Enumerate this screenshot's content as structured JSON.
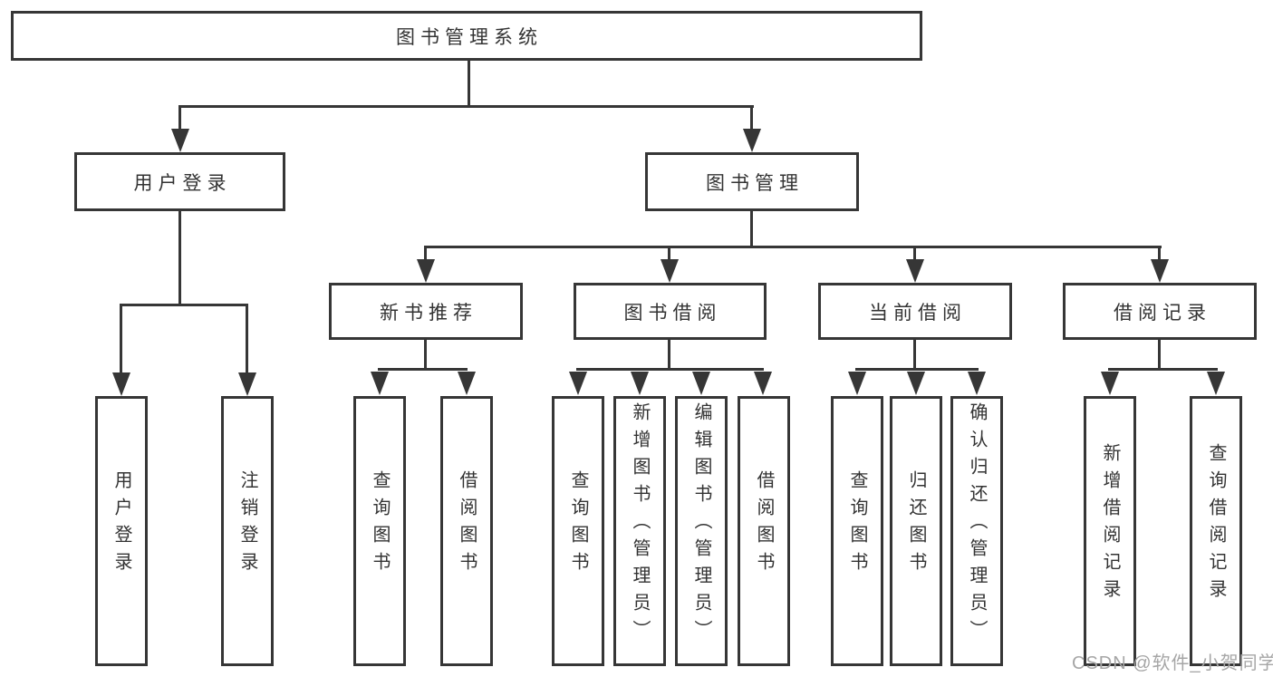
{
  "colors": {
    "line": "#363636",
    "text": "#333333",
    "background": "#ffffff",
    "watermark": "#a6a6a6"
  },
  "tree": {
    "label": "图书管理系统",
    "children": [
      {
        "label": "用户登录",
        "children": [
          {
            "label": "用户登录"
          },
          {
            "label": "注销登录"
          }
        ]
      },
      {
        "label": "图书管理",
        "children": [
          {
            "label": "新书推荐",
            "children": [
              {
                "label": "查询图书"
              },
              {
                "label": "借阅图书"
              }
            ]
          },
          {
            "label": "图书借阅",
            "children": [
              {
                "label": "查询图书"
              },
              {
                "label": "新增图书（管理员）"
              },
              {
                "label": "编辑图书（管理员）"
              },
              {
                "label": "借阅图书"
              }
            ]
          },
          {
            "label": "当前借阅",
            "children": [
              {
                "label": "查询图书"
              },
              {
                "label": "归还图书"
              },
              {
                "label": "确认归还（管理员）"
              }
            ]
          },
          {
            "label": "借阅记录",
            "children": [
              {
                "label": "新增借阅记录"
              },
              {
                "label": "查询借阅记录"
              }
            ]
          }
        ]
      }
    ]
  },
  "watermark": {
    "text": "CSDN @软件_小贺同学"
  }
}
